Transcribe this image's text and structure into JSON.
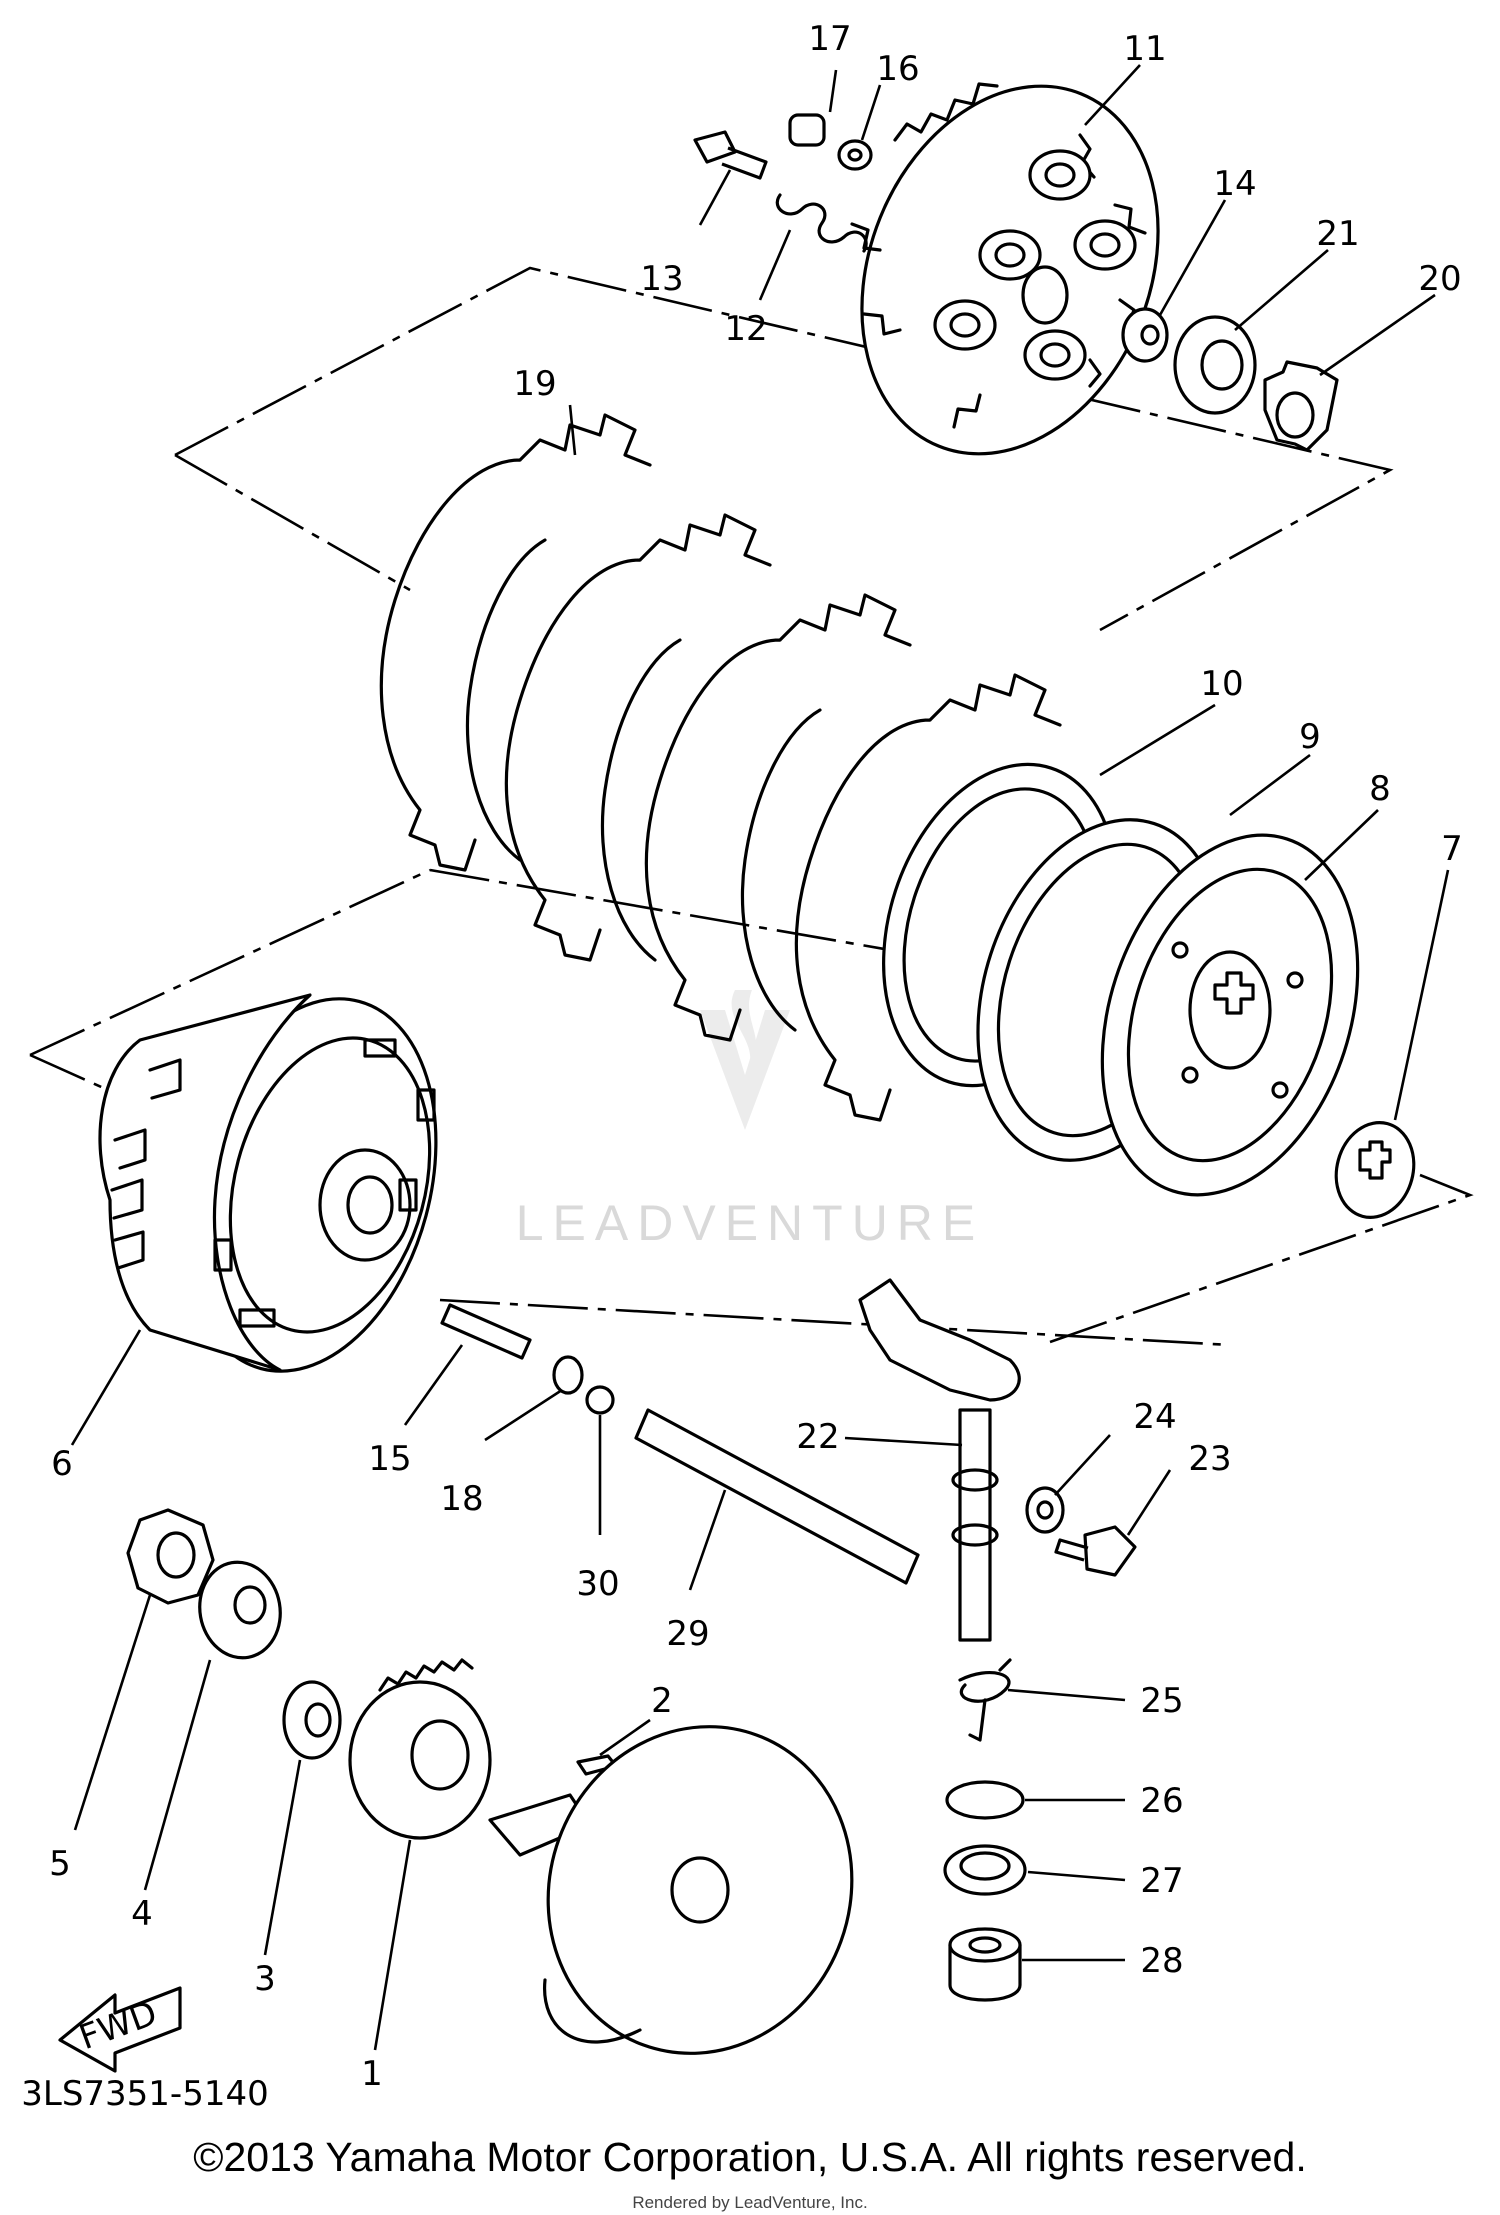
{
  "diagram": {
    "code": "3LS7351-5140",
    "direction_label": "FWD",
    "watermark": "LEADVENTURE",
    "callouts": {
      "p1": "1",
      "p2": "2",
      "p3": "3",
      "p4": "4",
      "p5": "5",
      "p6": "6",
      "p7": "7",
      "p8": "8",
      "p9": "9",
      "p10": "10",
      "p11": "11",
      "p12": "12",
      "p13": "13",
      "p14": "14",
      "p15": "15",
      "p16": "16",
      "p17": "17",
      "p18": "18",
      "p19": "19",
      "p20": "20",
      "p21": "21",
      "p22": "22",
      "p23": "23",
      "p24": "24",
      "p25": "25",
      "p26": "26",
      "p27": "27",
      "p28": "28",
      "p29": "29",
      "p30": "30"
    }
  },
  "footer": {
    "copyright": "©2013 Yamaha Motor Corporation, U.S.A. All rights reserved.",
    "rendered_by": "Rendered by LeadVenture, Inc."
  }
}
